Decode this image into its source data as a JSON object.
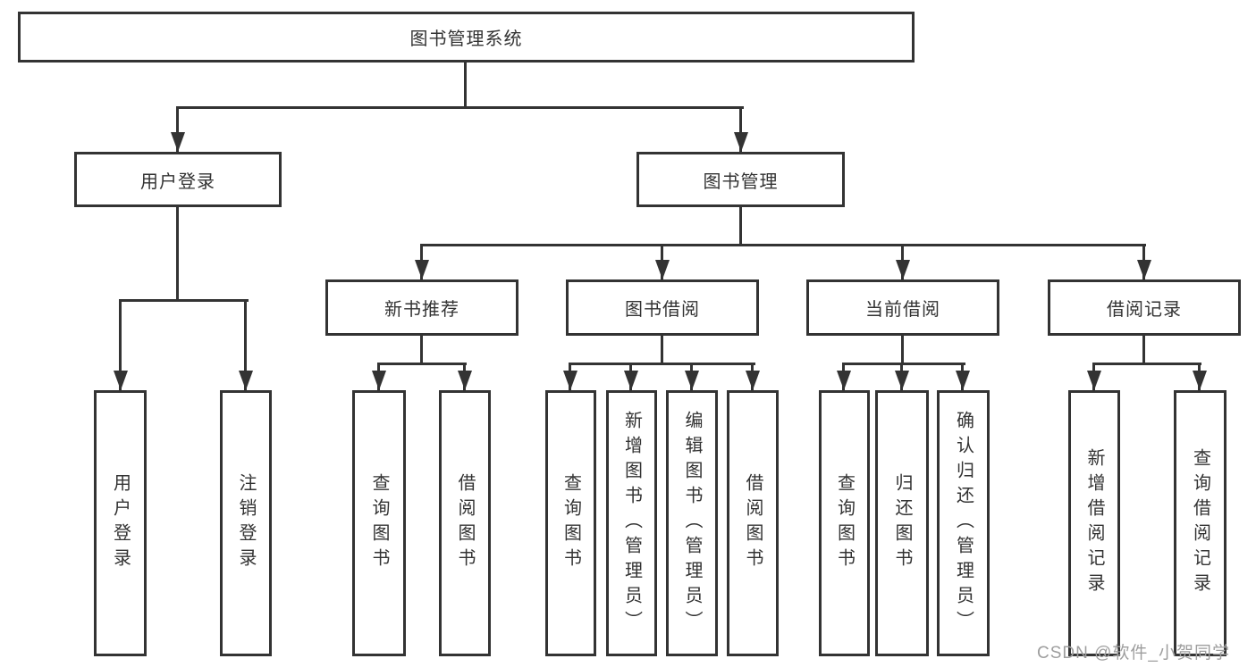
{
  "diagram": {
    "root": {
      "label": "图书管理系统"
    },
    "branches": [
      {
        "label": "用户登录",
        "children": [
          {
            "label": "用户登录"
          },
          {
            "label": "注销登录"
          }
        ]
      },
      {
        "label": "图书管理",
        "children": [
          {
            "label": "新书推荐",
            "children": [
              {
                "label": "查询图书"
              },
              {
                "label": "借阅图书"
              }
            ]
          },
          {
            "label": "图书借阅",
            "children": [
              {
                "label": "查询图书"
              },
              {
                "label": "新增图书（管理员）"
              },
              {
                "label": "编辑图书（管理员）"
              },
              {
                "label": "借阅图书"
              }
            ]
          },
          {
            "label": "当前借阅",
            "children": [
              {
                "label": "查询图书"
              },
              {
                "label": "归还图书"
              },
              {
                "label": "确认归还（管理员）"
              }
            ]
          },
          {
            "label": "借阅记录",
            "children": [
              {
                "label": "新增借阅记录"
              },
              {
                "label": "查询借阅记录"
              }
            ]
          }
        ]
      }
    ]
  },
  "watermark": {
    "text": "CSDN @软件_小贺同学"
  },
  "colors": {
    "line": "#333333",
    "box_border": "#333333",
    "box_background": "#ffffff",
    "text": "#333333",
    "watermark": "#9e9e9e",
    "page_background": "#ffffff"
  }
}
